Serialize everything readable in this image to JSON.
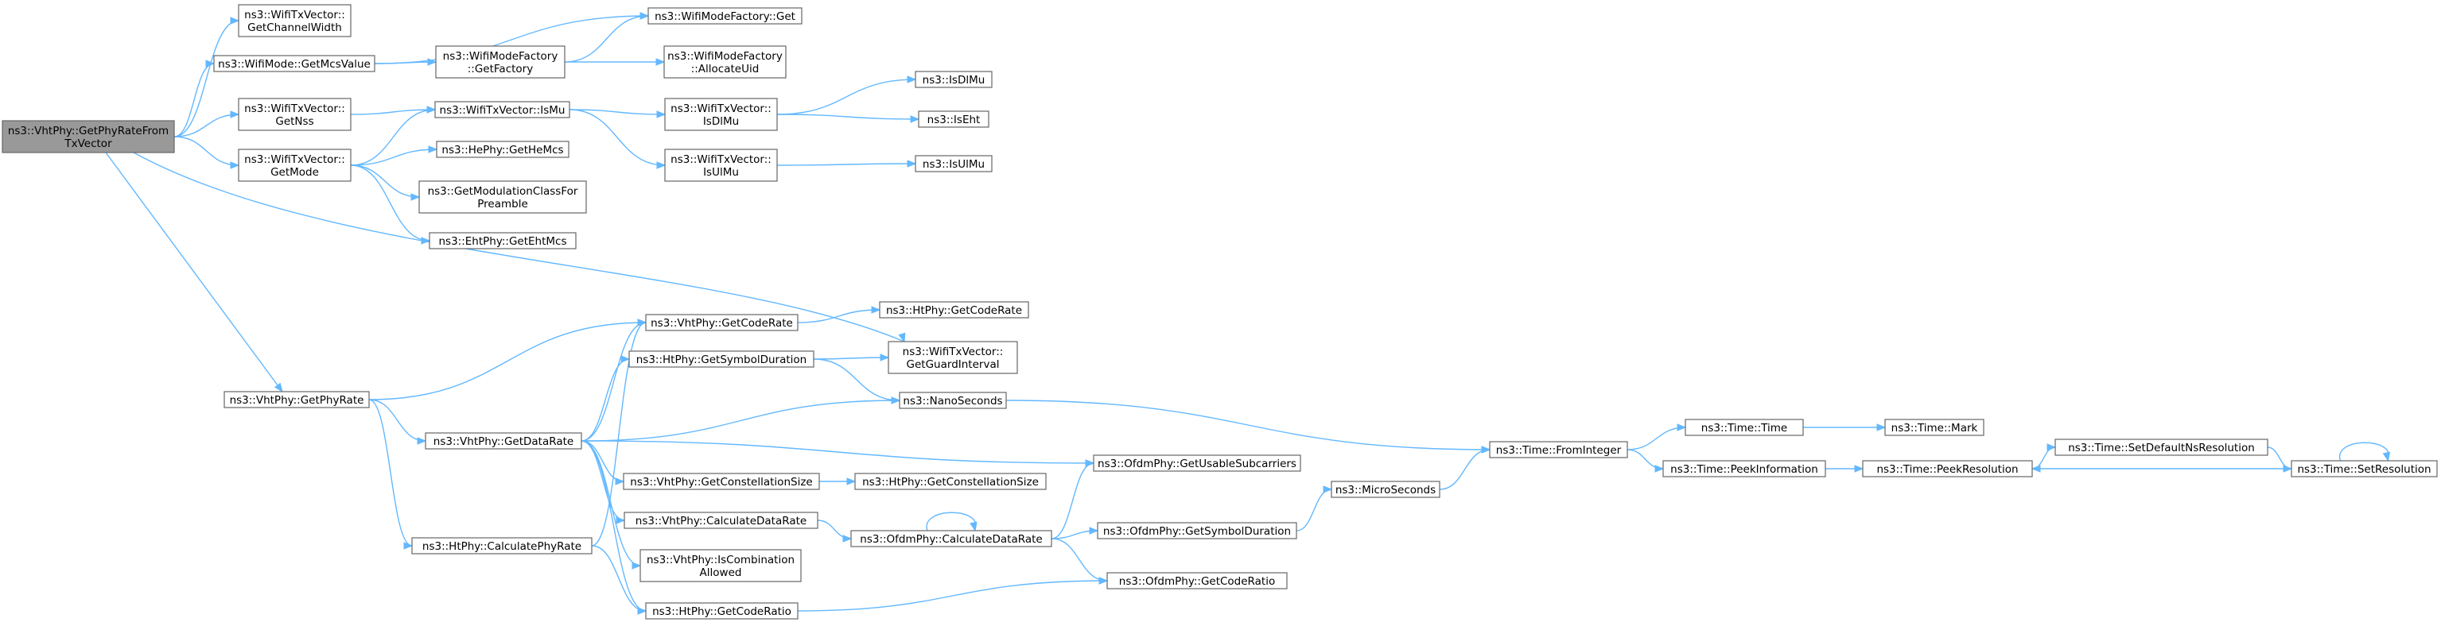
{
  "graph": {
    "colors": {
      "edge": "#63b8ff",
      "node_border": "#666666",
      "node_fill": "#ffffff",
      "root_fill": "#999999"
    },
    "nodes": [
      {
        "id": "root",
        "lines": [
          "ns3::VhtPhy::GetPhyRateFrom",
          "TxVector"
        ],
        "root": true
      },
      {
        "id": "getChannelWidth",
        "lines": [
          "ns3::WifiTxVector::",
          "GetChannelWidth"
        ]
      },
      {
        "id": "getMcsValue",
        "lines": [
          "ns3::WifiMode::GetMcsValue"
        ]
      },
      {
        "id": "getNss",
        "lines": [
          "ns3::WifiTxVector::",
          "GetNss"
        ]
      },
      {
        "id": "getMode",
        "lines": [
          "ns3::WifiTxVector::",
          "GetMode"
        ]
      },
      {
        "id": "factoryGet",
        "lines": [
          "ns3::WifiModeFactory::Get"
        ]
      },
      {
        "id": "getFactory",
        "lines": [
          "ns3::WifiModeFactory",
          "::GetFactory"
        ]
      },
      {
        "id": "allocateUid",
        "lines": [
          "ns3::WifiModeFactory",
          "::AllocateUid"
        ]
      },
      {
        "id": "isMu",
        "lines": [
          "ns3::WifiTxVector::IsMu"
        ]
      },
      {
        "id": "isDlMuTx",
        "lines": [
          "ns3::WifiTxVector::",
          "IsDlMu"
        ]
      },
      {
        "id": "isUlMuTx",
        "lines": [
          "ns3::WifiTxVector::",
          "IsUlMu"
        ]
      },
      {
        "id": "isDlMu",
        "lines": [
          "ns3::IsDlMu"
        ]
      },
      {
        "id": "isEht",
        "lines": [
          "ns3::IsEht"
        ]
      },
      {
        "id": "isUlMu",
        "lines": [
          "ns3::IsUlMu"
        ]
      },
      {
        "id": "getHeMcs",
        "lines": [
          "ns3::HePhy::GetHeMcs"
        ]
      },
      {
        "id": "getModClass",
        "lines": [
          "ns3::GetModulationClassFor",
          "Preamble"
        ]
      },
      {
        "id": "getEhtMcs",
        "lines": [
          "ns3::EhtPhy::GetEhtMcs"
        ]
      },
      {
        "id": "vhtGetPhyRate",
        "lines": [
          "ns3::VhtPhy::GetPhyRate"
        ]
      },
      {
        "id": "vhtGetCodeRate",
        "lines": [
          "ns3::VhtPhy::GetCodeRate"
        ]
      },
      {
        "id": "htGetCodeRate",
        "lines": [
          "ns3::HtPhy::GetCodeRate"
        ]
      },
      {
        "id": "getGuardInterval",
        "lines": [
          "ns3::WifiTxVector::",
          "GetGuardInterval"
        ]
      },
      {
        "id": "htGetSymbolDuration",
        "lines": [
          "ns3::HtPhy::GetSymbolDuration"
        ]
      },
      {
        "id": "nanoSeconds",
        "lines": [
          "ns3::NanoSeconds"
        ]
      },
      {
        "id": "vhtGetDataRate",
        "lines": [
          "ns3::VhtPhy::GetDataRate"
        ]
      },
      {
        "id": "ofdmGetUsableSubcarriers",
        "lines": [
          "ns3::OfdmPhy::GetUsableSubcarriers"
        ]
      },
      {
        "id": "vhtGetConstellationSize",
        "lines": [
          "ns3::VhtPhy::GetConstellationSize"
        ]
      },
      {
        "id": "htGetConstellationSize",
        "lines": [
          "ns3::HtPhy::GetConstellationSize"
        ]
      },
      {
        "id": "vhtCalculateDataRate",
        "lines": [
          "ns3::VhtPhy::CalculateDataRate"
        ]
      },
      {
        "id": "ofdmCalculateDataRate",
        "lines": [
          "ns3::OfdmPhy::CalculateDataRate"
        ]
      },
      {
        "id": "ofdmGetSymbolDuration",
        "lines": [
          "ns3::OfdmPhy::GetSymbolDuration"
        ]
      },
      {
        "id": "ofdmGetCodeRatio",
        "lines": [
          "ns3::OfdmPhy::GetCodeRatio"
        ]
      },
      {
        "id": "vhtIsCombinationAllowed",
        "lines": [
          "ns3::VhtPhy::IsCombination",
          "Allowed"
        ]
      },
      {
        "id": "htCalculatePhyRate",
        "lines": [
          "ns3::HtPhy::CalculatePhyRate"
        ]
      },
      {
        "id": "htGetCodeRatio",
        "lines": [
          "ns3::HtPhy::GetCodeRatio"
        ]
      },
      {
        "id": "microSeconds",
        "lines": [
          "ns3::MicroSeconds"
        ]
      },
      {
        "id": "fromInteger",
        "lines": [
          "ns3::Time::FromInteger"
        ]
      },
      {
        "id": "timeTime",
        "lines": [
          "ns3::Time::Time"
        ]
      },
      {
        "id": "timeMark",
        "lines": [
          "ns3::Time::Mark"
        ]
      },
      {
        "id": "peekInformation",
        "lines": [
          "ns3::Time::PeekInformation"
        ]
      },
      {
        "id": "peekResolution",
        "lines": [
          "ns3::Time::PeekResolution"
        ]
      },
      {
        "id": "setDefaultNsResolution",
        "lines": [
          "ns3::Time::SetDefaultNsResolution"
        ]
      },
      {
        "id": "setResolution",
        "lines": [
          "ns3::Time::SetResolution"
        ]
      }
    ],
    "edges": [
      [
        "root",
        "getChannelWidth"
      ],
      [
        "root",
        "getMcsValue"
      ],
      [
        "root",
        "getNss"
      ],
      [
        "root",
        "getMode"
      ],
      [
        "root",
        "vhtGetPhyRate"
      ],
      [
        "root",
        "getGuardInterval"
      ],
      [
        "getMcsValue",
        "factoryGet"
      ],
      [
        "getMcsValue",
        "getFactory"
      ],
      [
        "getFactory",
        "factoryGet"
      ],
      [
        "getFactory",
        "allocateUid"
      ],
      [
        "getNss",
        "isMu"
      ],
      [
        "getMode",
        "isMu"
      ],
      [
        "getMode",
        "getHeMcs"
      ],
      [
        "getMode",
        "getModClass"
      ],
      [
        "getMode",
        "getEhtMcs"
      ],
      [
        "isMu",
        "isDlMuTx"
      ],
      [
        "isMu",
        "isUlMuTx"
      ],
      [
        "isDlMuTx",
        "isDlMu"
      ],
      [
        "isDlMuTx",
        "isEht"
      ],
      [
        "isUlMuTx",
        "isUlMu"
      ],
      [
        "vhtGetPhyRate",
        "vhtGetCodeRate"
      ],
      [
        "vhtGetPhyRate",
        "vhtGetDataRate"
      ],
      [
        "vhtGetPhyRate",
        "htCalculatePhyRate"
      ],
      [
        "vhtGetCodeRate",
        "htGetCodeRate"
      ],
      [
        "htGetSymbolDuration",
        "getGuardInterval"
      ],
      [
        "htGetSymbolDuration",
        "nanoSeconds"
      ],
      [
        "vhtGetDataRate",
        "vhtGetCodeRate"
      ],
      [
        "vhtGetDataRate",
        "htGetSymbolDuration"
      ],
      [
        "vhtGetDataRate",
        "nanoSeconds"
      ],
      [
        "vhtGetDataRate",
        "ofdmGetUsableSubcarriers"
      ],
      [
        "vhtGetDataRate",
        "vhtGetConstellationSize"
      ],
      [
        "vhtGetDataRate",
        "vhtCalculateDataRate"
      ],
      [
        "vhtGetDataRate",
        "vhtIsCombinationAllowed"
      ],
      [
        "vhtGetDataRate",
        "htGetCodeRatio"
      ],
      [
        "vhtGetConstellationSize",
        "htGetConstellationSize"
      ],
      [
        "vhtCalculateDataRate",
        "ofdmCalculateDataRate"
      ],
      [
        "ofdmCalculateDataRate",
        "ofdmCalculateDataRate"
      ],
      [
        "ofdmCalculateDataRate",
        "ofdmGetUsableSubcarriers"
      ],
      [
        "ofdmCalculateDataRate",
        "ofdmGetSymbolDuration"
      ],
      [
        "ofdmCalculateDataRate",
        "ofdmGetCodeRatio"
      ],
      [
        "ofdmGetSymbolDuration",
        "microSeconds"
      ],
      [
        "htCalculatePhyRate",
        "vhtGetCodeRate"
      ],
      [
        "htCalculatePhyRate",
        "htGetCodeRatio"
      ],
      [
        "htGetCodeRatio",
        "ofdmGetCodeRatio"
      ],
      [
        "nanoSeconds",
        "fromInteger"
      ],
      [
        "microSeconds",
        "fromInteger"
      ],
      [
        "fromInteger",
        "timeTime"
      ],
      [
        "fromInteger",
        "peekInformation"
      ],
      [
        "timeTime",
        "timeMark"
      ],
      [
        "peekInformation",
        "peekResolution"
      ],
      [
        "peekResolution",
        "setDefaultNsResolution"
      ],
      [
        "setDefaultNsResolution",
        "setResolution"
      ],
      [
        "setResolution",
        "peekResolution"
      ],
      [
        "setResolution",
        "setResolution"
      ]
    ]
  }
}
